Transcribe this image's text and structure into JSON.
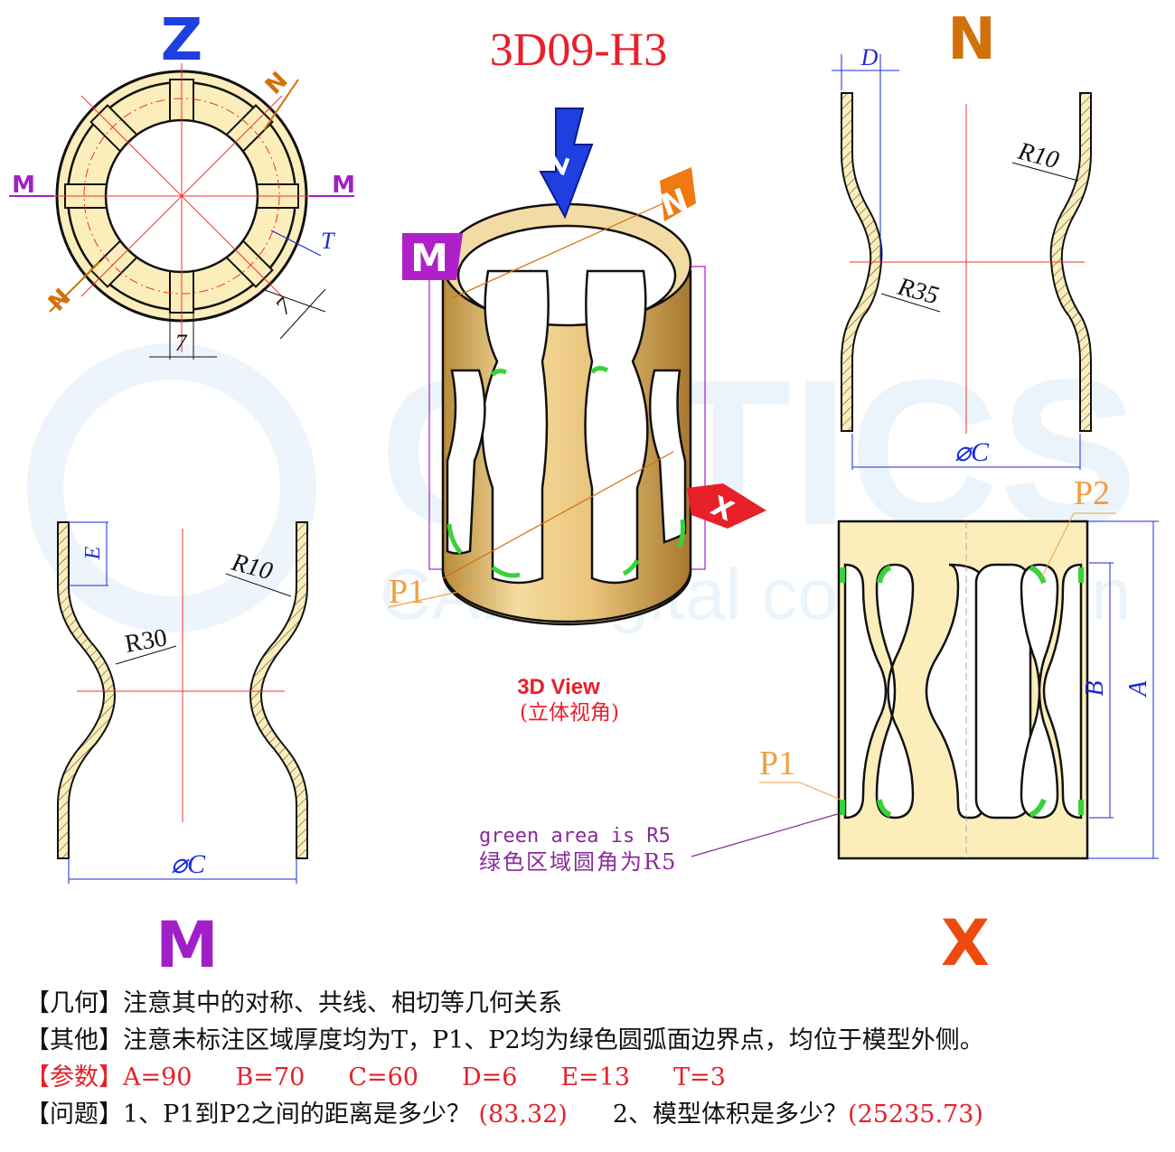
{
  "title": "3D09-H3",
  "watermark": {
    "brand": "CATICS",
    "tagline": "CAD digital competition"
  },
  "views": {
    "top": {
      "axis_label": "Z",
      "side_labels": [
        "M",
        "M"
      ],
      "diag_labels": [
        "N",
        "N"
      ],
      "dims": {
        "thickness": "T",
        "spoke_width": "7",
        "spoke_width_diag": "7"
      }
    },
    "iso": {
      "axis_labels": {
        "z": "Z",
        "n": "N",
        "m": "M",
        "x": "X"
      },
      "point_label": "P1",
      "caption": "3D View",
      "caption_cn": "(立体视角)"
    },
    "n_view": {
      "name": "N",
      "dims": {
        "d": "D",
        "r_top": "R10",
        "r_mid": "R35",
        "dia": "⌀C"
      }
    },
    "m_view": {
      "name": "M",
      "dims": {
        "e": "E",
        "r_top": "R10",
        "r_mid": "R30",
        "dia": "⌀C"
      }
    },
    "x_view": {
      "name": "X",
      "points": [
        "P2",
        "P1"
      ],
      "dims": {
        "b": "B",
        "a": "A"
      }
    },
    "green_note": {
      "en": "green area is R5",
      "cn": "绿色区域圆角为R5"
    }
  },
  "notes": {
    "geometry": {
      "tag": "【几何】",
      "text": "注意其中的对称、共线、相切等几何关系"
    },
    "other": {
      "tag": "【其他】",
      "text": "注意未标注区域厚度均为T，P1、P2均为绿色圆弧面边界点，均位于模型外侧。"
    },
    "params": {
      "tag": "【参数】",
      "values": [
        "A=90",
        "B=70",
        "C=60",
        "D=6",
        "E=13",
        "T=3"
      ]
    },
    "question": {
      "tag": "【问题】",
      "q1": "1、P1到P2之间的距离是多少？",
      "a1": "(83.32)",
      "q2": "2、模型体积是多少？",
      "a2": "(25235.73)"
    }
  },
  "colors": {
    "fill": "#fbeebb",
    "z": "#1f3fe0",
    "n": "#d2700a",
    "m": "#a020c8",
    "x": "#ee4a10",
    "red": "#e8202a",
    "green": "#3ad23a",
    "dim": "#1a2ad8"
  }
}
